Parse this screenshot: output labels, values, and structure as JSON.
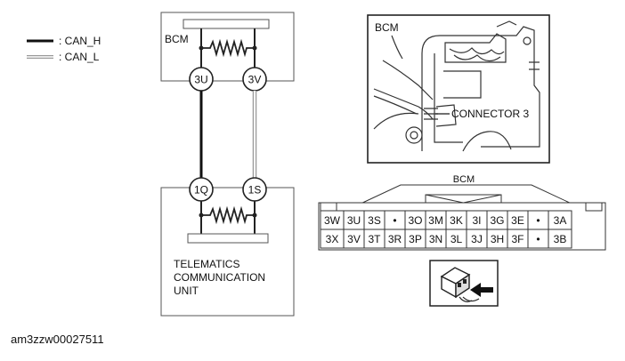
{
  "legend": {
    "can_h": ": CAN_H",
    "can_l": ": CAN_L"
  },
  "wiring": {
    "bcm_label": "BCM",
    "bcm_pins": [
      "3U",
      "3V"
    ],
    "tcu_pins": [
      "1Q",
      "1S"
    ],
    "tcu_label_lines": [
      "TELEMATICS",
      "COMMUNICATION",
      "UNIT"
    ]
  },
  "photo": {
    "title": "BCM",
    "callout": "CONNECTOR 3"
  },
  "connector": {
    "title": "BCM",
    "rows": [
      [
        "3W",
        "3U",
        "3S",
        "•",
        "3O",
        "3M",
        "3K",
        "3I",
        "3G",
        "3E",
        "•",
        "3A"
      ],
      [
        "3X",
        "3V",
        "3T",
        "3R",
        "3P",
        "3N",
        "3L",
        "3J",
        "3H",
        "3F",
        "•",
        "3B"
      ]
    ]
  },
  "figure_code": "am3zzw00027511",
  "icons": {
    "resistor": "resistor-icon",
    "probe": "probe-arrow-icon",
    "connector_photo": "bcm-connector-photo"
  }
}
